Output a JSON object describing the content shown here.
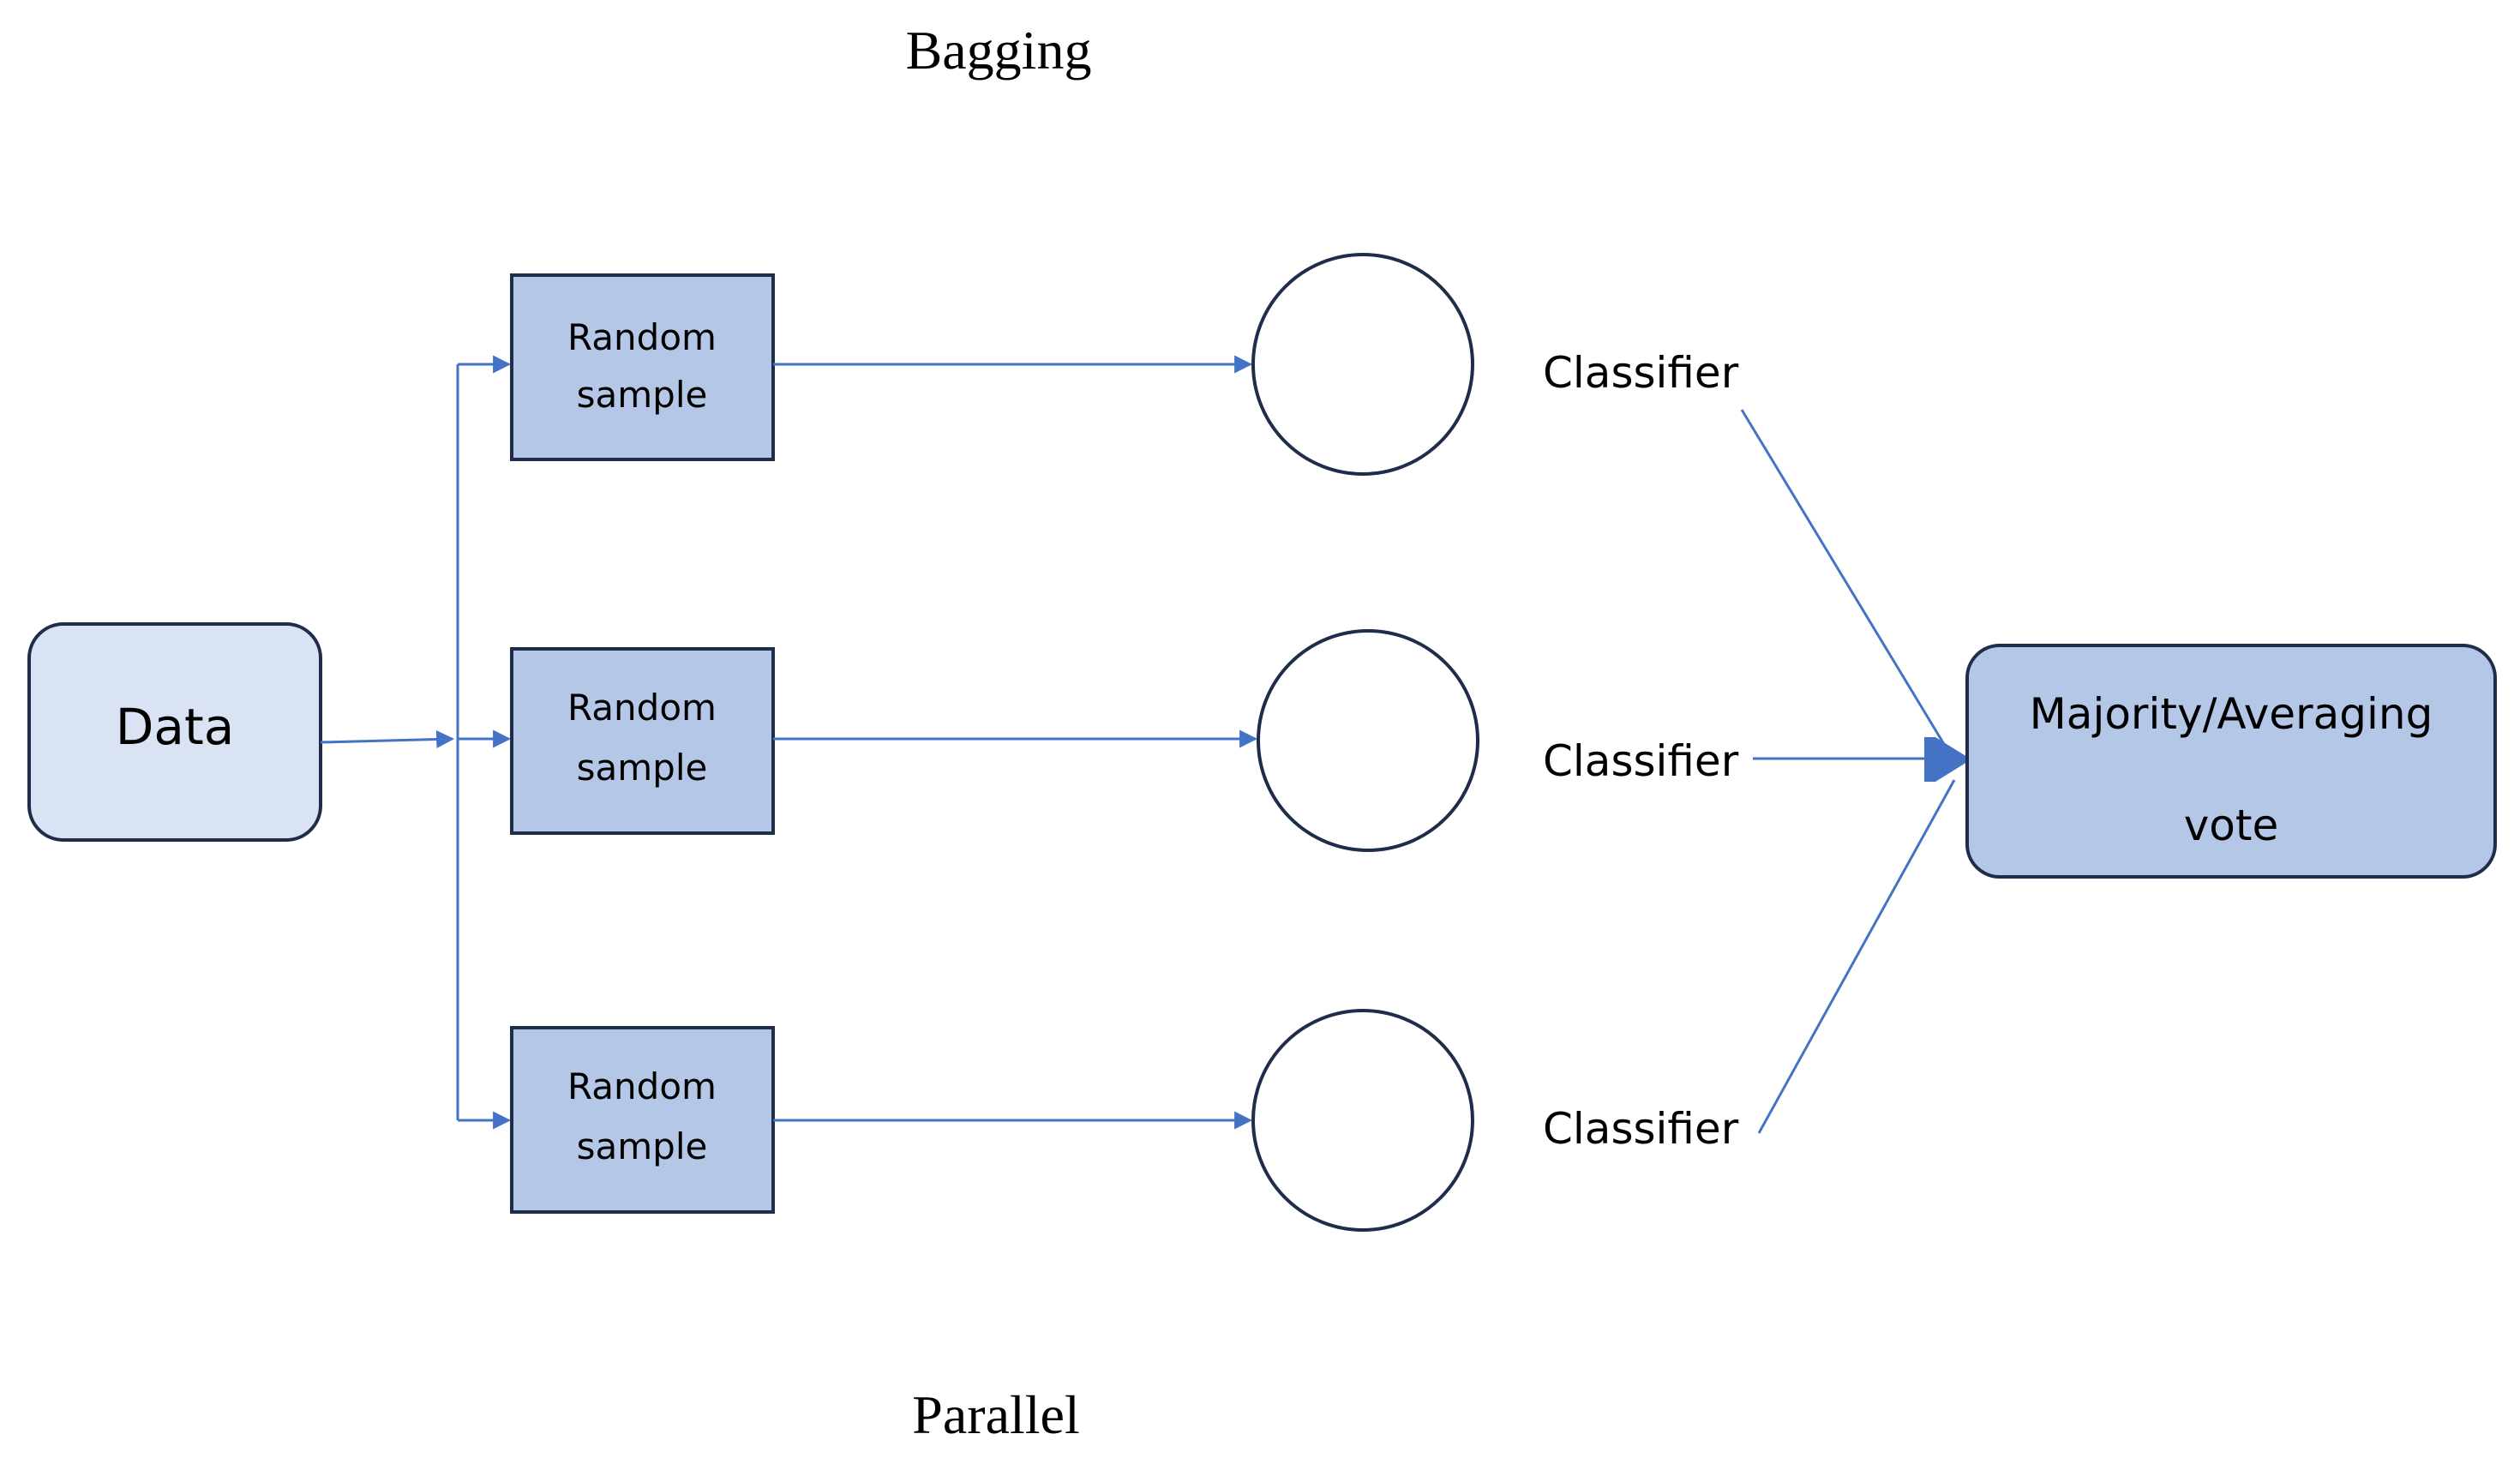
{
  "diagram": {
    "title": "Bagging",
    "footer": "Parallel",
    "data_node": {
      "label": "Data"
    },
    "samples": [
      {
        "line1": "Random",
        "line2": "sample"
      },
      {
        "line1": "Random",
        "line2": "sample"
      },
      {
        "line1": "Random",
        "line2": "sample"
      }
    ],
    "classifiers": [
      {
        "label": "Classifier"
      },
      {
        "label": "Classifier"
      },
      {
        "label": "Classifier"
      }
    ],
    "vote_node": {
      "line1": "Majority/Averaging",
      "line2": "vote"
    },
    "colors": {
      "arrow": "#4472C4",
      "box_fill": "#B4C7E7",
      "box_stroke": "#1F2D4A",
      "data_fill": "#DAE3F3",
      "circle_stroke": "#1F2D4A",
      "text": "#000000"
    }
  }
}
